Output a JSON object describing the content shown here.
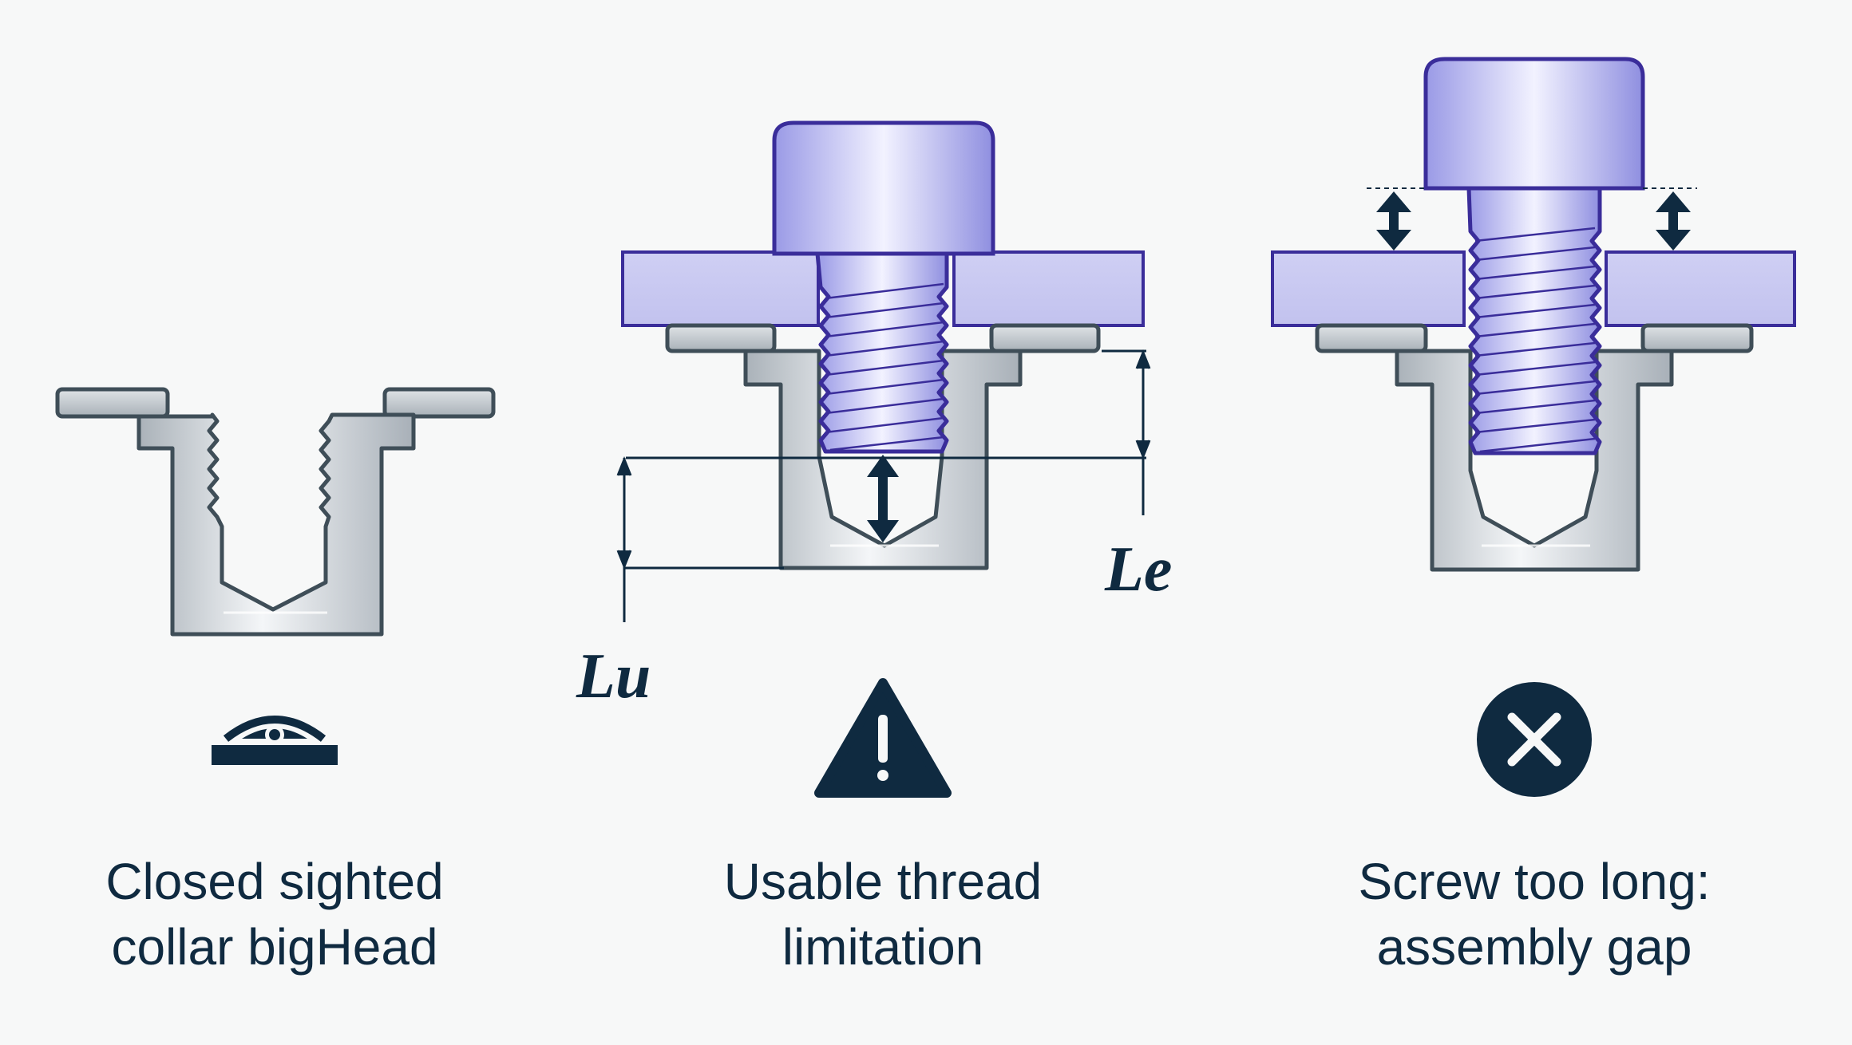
{
  "colors": {
    "background": "#f7f8f8",
    "dark": "#0f2a40",
    "steel": "#c9ced3",
    "steel_edge": "#3f4e58",
    "plate": "#c8c8f0",
    "plate_edge": "#3a2d9a",
    "screw": "#b4b4ee",
    "screw_edge": "#3a2d9a"
  },
  "panels": [
    {
      "icon": "sighted-collar-icon",
      "caption_lines": [
        "Closed sighted",
        "collar bigHead"
      ]
    },
    {
      "icon": "warning-icon",
      "caption_lines": [
        "Usable thread",
        "limitation"
      ],
      "dimension_labels": {
        "engagement": "Le",
        "usable": "Lu"
      }
    },
    {
      "icon": "error-x-icon",
      "caption_lines": [
        "Screw too long:",
        "assembly gap"
      ]
    }
  ]
}
